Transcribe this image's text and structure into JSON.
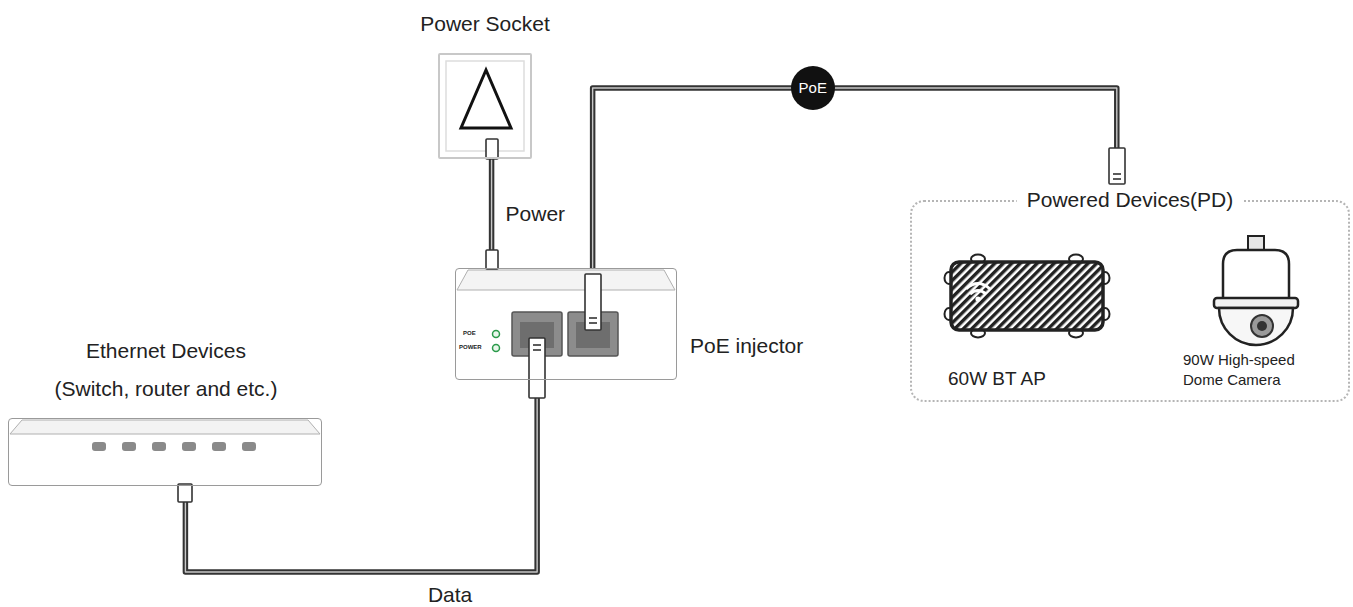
{
  "diagram": {
    "nodes": [
      {
        "text": [
          "Power Socket"
        ]
      },
      {
        "text": [
          "POE",
          "POWER",
          "PoE injector"
        ]
      },
      {
        "text": [
          "Ethernet Devices (Switch, router and etc.)"
        ]
      },
      {
        "text": [
          "Powered Devices(PD)"
        ]
      },
      {
        "text": [
          "60W BT AP"
        ],
        "in": 3
      },
      {
        "text": [
          "90W High-speed Dome Camera"
        ],
        "in": 3
      }
    ],
    "edges": [
      {
        "from": 0,
        "to": 1,
        "arrow": "none",
        "label": "Power"
      },
      {
        "from": 2,
        "to": 1,
        "arrow": "none",
        "label": "Data"
      },
      {
        "from": 1,
        "to": 3,
        "arrow": "none",
        "label": "PoE"
      }
    ]
  }
}
